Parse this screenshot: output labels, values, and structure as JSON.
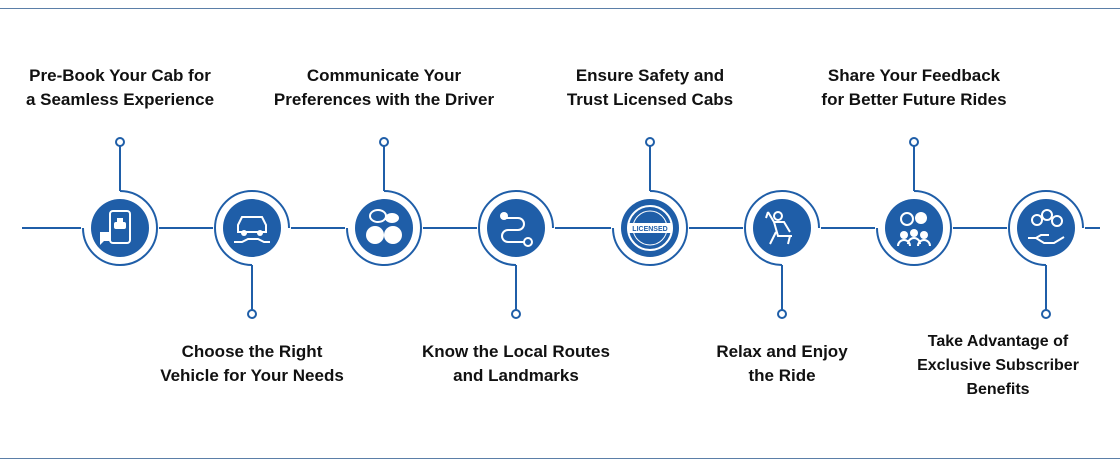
{
  "colors": {
    "accent": "#1f5ea8",
    "circle": "#1f5ea8",
    "icon": "#ffffff",
    "text": "#111111",
    "frame": "#5b7fa8"
  },
  "steps": [
    {
      "label": "Pre-Book Your Cab for\na Seamless Experience",
      "icon": "phone-cab-icon",
      "position": "top"
    },
    {
      "label": "Choose the Right\nVehicle for Your Needs",
      "icon": "car-hand-icon",
      "position": "bottom"
    },
    {
      "label": "Communicate Your\nPreferences with the Driver",
      "icon": "conversation-icon",
      "position": "top"
    },
    {
      "label": "Know the Local Routes\nand Landmarks",
      "icon": "route-icon",
      "position": "bottom"
    },
    {
      "label": "Ensure Safety and\nTrust Licensed Cabs",
      "icon": "licensed-badge-icon",
      "badge_text": "LICENSED",
      "position": "top"
    },
    {
      "label": "Relax and Enjoy\nthe Ride",
      "icon": "relax-chair-icon",
      "position": "bottom"
    },
    {
      "label": "Share Your Feedback\nfor Better Future Rides",
      "icon": "feedback-icon",
      "position": "top"
    },
    {
      "label": "Take Advantage of\nExclusive Subscriber\nBenefits",
      "icon": "benefits-hand-icon",
      "position": "bottom"
    }
  ]
}
